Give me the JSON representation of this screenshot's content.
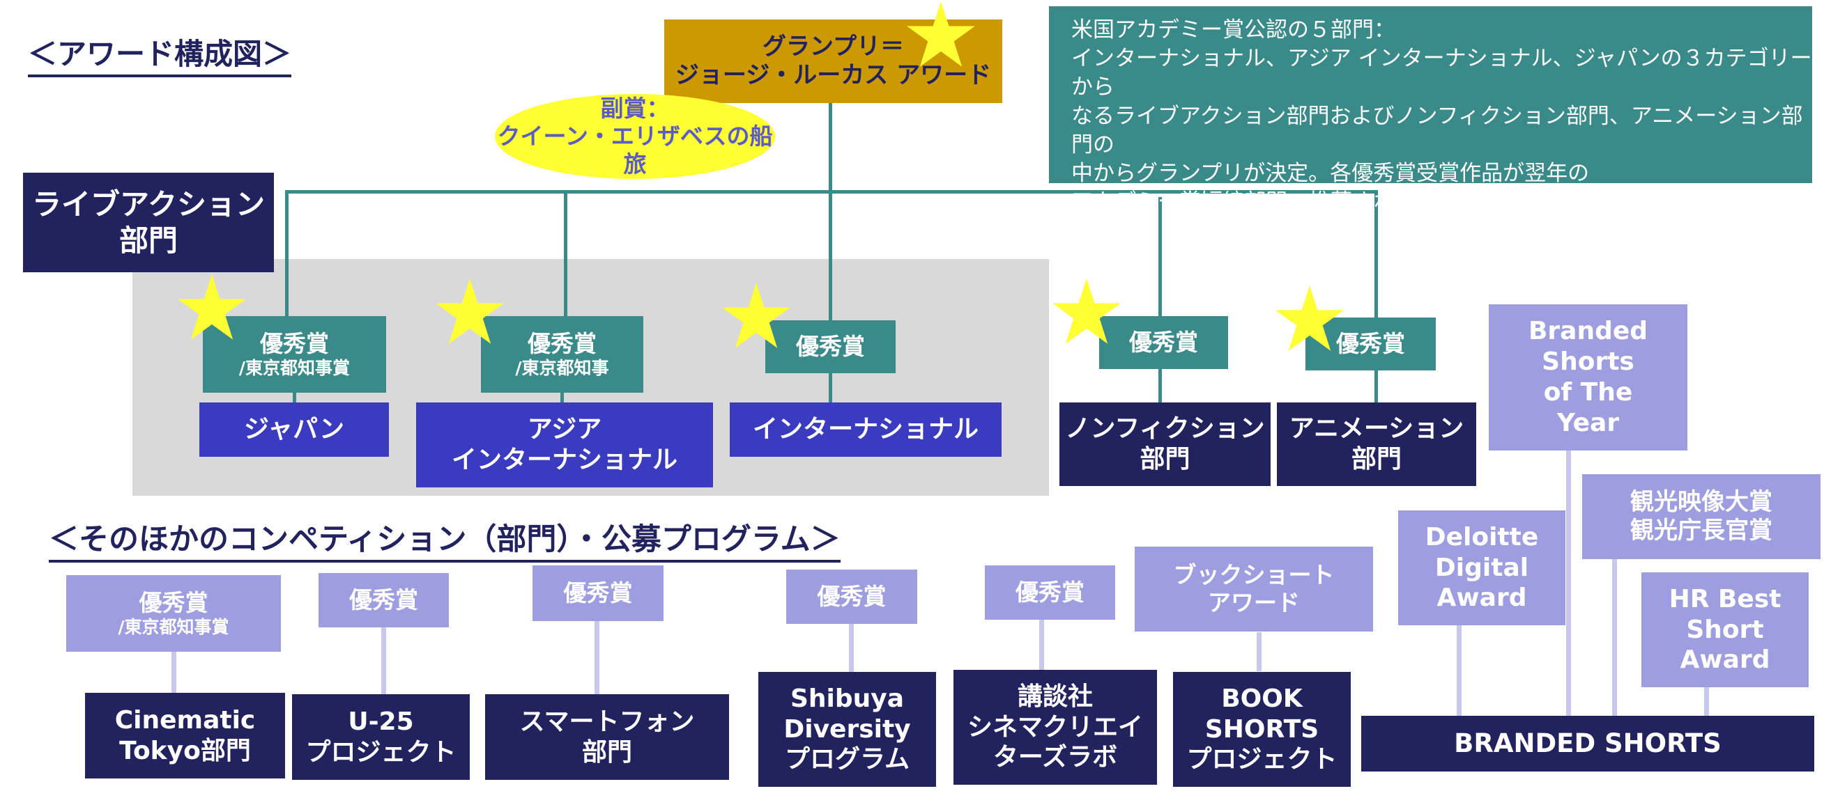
{
  "headings": {
    "award_structure": "＜アワード構成図＞",
    "other_programs": "＜そのほかのコンペティション（部門）・公募プログラム＞"
  },
  "grand_prix": {
    "line1": "グランプリ＝",
    "line2": "ジョージ・ルーカス アワード"
  },
  "second_prize": {
    "line1": "副賞：",
    "line2": "クイーン・エリザベスの船旅"
  },
  "info_box": {
    "lines": [
      "米国アカデミー賞公認の５部門：",
      "インターナショナル、アジア インターナショナル、ジャパンの３カテゴリーから",
      "なるライブアクション部門およびノンフィクション部門、アニメーション部門の",
      "中からグランプリが決定。各優秀賞受賞作品が翌年の",
      "アカデミー賞短編部門へ推薦されます。"
    ]
  },
  "live_action": {
    "line1": "ライブアクション",
    "line2": "部門"
  },
  "awards": {
    "japan": {
      "line1": "優秀賞",
      "line2": "/東京都知事賞"
    },
    "asia": {
      "line1": "優秀賞",
      "line2": "/東京都知事"
    },
    "international": "優秀賞",
    "nonfiction": "優秀賞",
    "animation": "優秀賞"
  },
  "categories": {
    "japan": "ジャパン",
    "asia": {
      "line1": "アジア",
      "line2": "インターナショナル"
    },
    "international": "インターナショナル",
    "nonfiction": {
      "line1": "ノンフィクション",
      "line2": "部門"
    },
    "animation": {
      "line1": "アニメーション",
      "line2": "部門"
    }
  },
  "programs": {
    "cinematic": {
      "award_line1": "優秀賞",
      "award_line2": "/東京都知事賞",
      "name_line1": "Cinematic",
      "name_line2": "Tokyo部門"
    },
    "u25": {
      "award": "優秀賞",
      "name_line1": "U-25",
      "name_line2": "プロジェクト"
    },
    "smartphone": {
      "award": "優秀賞",
      "name_line1": "スマートフォン",
      "name_line2": "部門"
    },
    "shibuya": {
      "award": "優秀賞",
      "name_line1": "Shibuya",
      "name_line2": "Diversity",
      "name_line3": "プログラム"
    },
    "kodansha": {
      "award": "優秀賞",
      "name_line1": "講談社",
      "name_line2": "シネマクリエイ",
      "name_line3": "ターズラボ"
    },
    "book": {
      "award_line1": "ブックショート",
      "award_line2": "アワード",
      "name_line1": "BOOK",
      "name_line2": "SHORTS",
      "name_line3": "プロジェクト"
    }
  },
  "branded": {
    "name": "BRANDED SHORTS",
    "bsoty": {
      "line1": "Branded",
      "line2": "Shorts",
      "line3": "of The",
      "line4": "Year"
    },
    "deloitte": {
      "line1": "Deloitte",
      "line2": "Digital",
      "line3": "Award"
    },
    "tourism": {
      "line1": "観光映像大賞",
      "line2": "観光庁長官賞"
    },
    "hr": {
      "line1": "HR Best",
      "line2": "Short",
      "line3": "Award"
    }
  },
  "colors": {
    "teal": "#3a8a8a",
    "navy": "#22225e",
    "blue": "#3b3bbf",
    "lavender": "#9d9ddf",
    "gold": "#cc9900",
    "yellow": "#ffff33",
    "gray_band": "#d9d9d9"
  }
}
